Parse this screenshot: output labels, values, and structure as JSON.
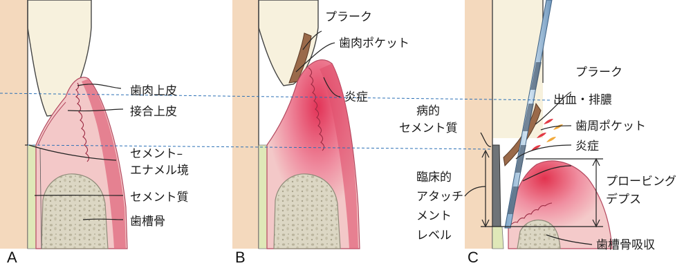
{
  "panels": {
    "a": {
      "letter": "A",
      "labels": {
        "gingival_epithelium": "歯肉上皮",
        "junctional_epithelium": "接合上皮",
        "cej_line1": "セメント–",
        "cej_line2": "エナメル境",
        "cementum": "セメント質",
        "alveolar_bone": "歯槽骨"
      }
    },
    "b": {
      "letter": "B",
      "labels": {
        "plaque": "プラーク",
        "gingival_pocket": "歯肉ポケット",
        "inflammation": "炎症"
      }
    },
    "c": {
      "letter": "C",
      "labels": {
        "plaque": "プラーク",
        "bleeding_suppuration": "出血・排膿",
        "periodontal_pocket": "歯周ポケット",
        "pathologic_cementum_line1": "病的",
        "pathologic_cementum_line2": "セメント質",
        "inflammation": "炎症",
        "cal_line1": "臨床的",
        "cal_line2": "アタッチ",
        "cal_line3": "メント",
        "cal_line4": "レベル",
        "probing_depth_line1": "プロービング",
        "probing_depth_line2": "デプス",
        "bone_resorption": "歯槽骨吸収"
      }
    }
  },
  "colors": {
    "enamel": "#f7f1dd",
    "root": "#f4d9bd",
    "gingiva": "#f3c8c8",
    "gingiva_dark": "#e06a7f",
    "inflamed": "#e8405e",
    "bone": "#d9d5c3",
    "cementum": "#dfe8b8",
    "plaque": "#9a6a4a",
    "probe": "#9fbfdc",
    "guide_line": "#2a6fb5"
  }
}
